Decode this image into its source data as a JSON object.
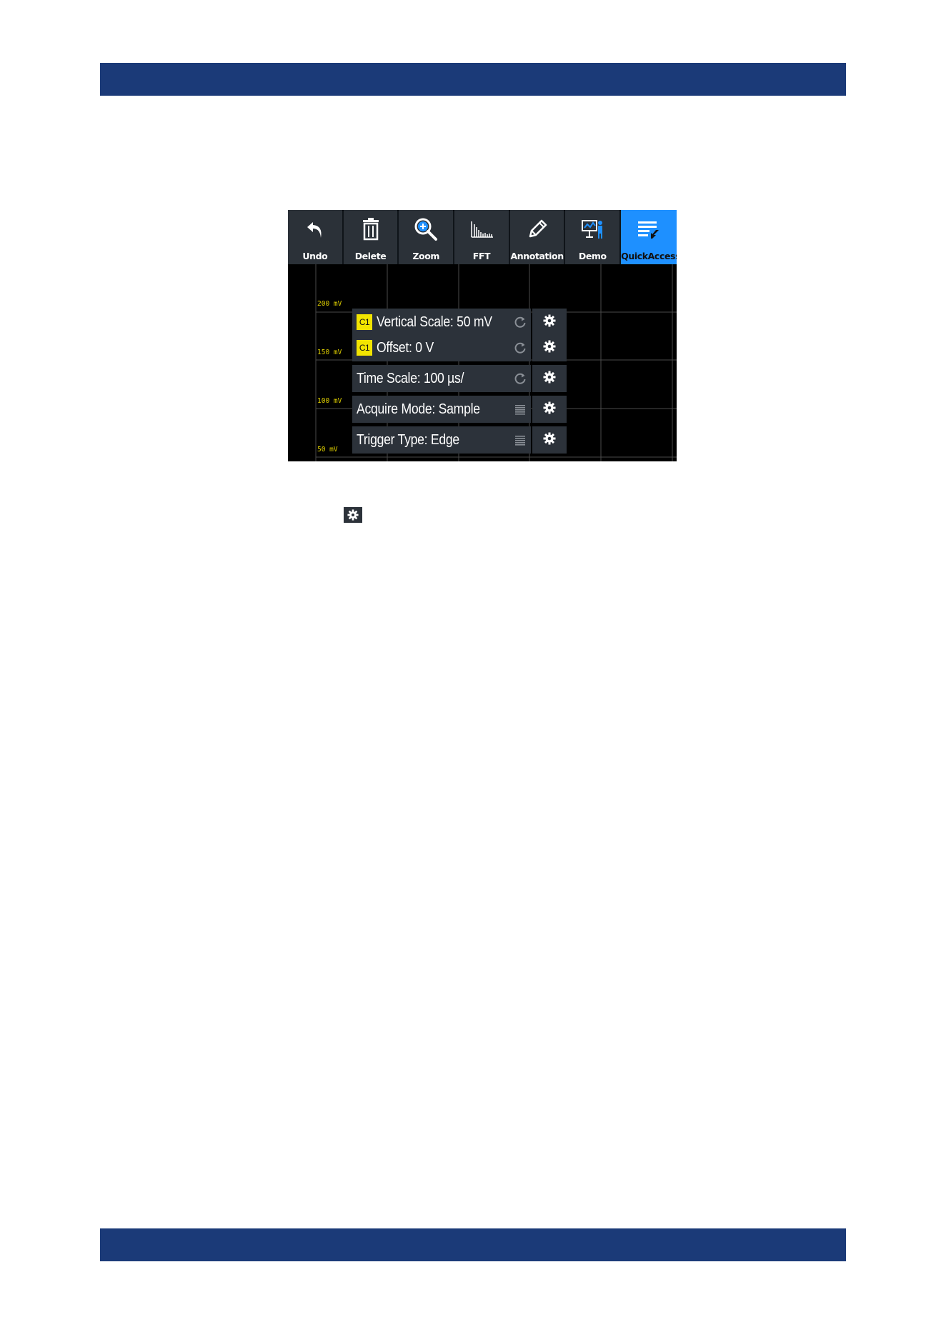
{
  "toolbar": {
    "buttons": [
      {
        "label": "Undo",
        "icon": "undo-icon"
      },
      {
        "label": "Delete",
        "icon": "trash-icon"
      },
      {
        "label": "Zoom",
        "icon": "zoom-icon"
      },
      {
        "label": "FFT",
        "icon": "fft-icon"
      },
      {
        "label": "Annotation",
        "icon": "pencil-icon"
      },
      {
        "label": "Demo",
        "icon": "demo-icon"
      },
      {
        "label": "QuickAccess",
        "icon": "quickaccess-icon",
        "active": true
      }
    ]
  },
  "scope": {
    "y_labels": [
      "200 mV",
      "150 mV",
      "100 mV",
      "50 mV"
    ],
    "label_color": "#e2d200"
  },
  "quick_access": {
    "channel_badge": "C1",
    "items": [
      {
        "text": "Vertical Scale: 50 mV",
        "badge": true,
        "indicator": "reset-icon"
      },
      {
        "text": "Offset: 0 V",
        "badge": true,
        "indicator": "reset-icon"
      },
      {
        "text": "Time Scale: 100 µs/",
        "badge": false,
        "indicator": "reset-icon"
      },
      {
        "text": "Acquire Mode: Sample",
        "badge": false,
        "indicator": "list-icon"
      },
      {
        "text": "Trigger Type: Edge",
        "badge": false,
        "indicator": "list-icon"
      }
    ]
  },
  "colors": {
    "header_band": "#1b3a78",
    "active_button": "#1e90ff",
    "channel_badge": "#f2e400"
  }
}
